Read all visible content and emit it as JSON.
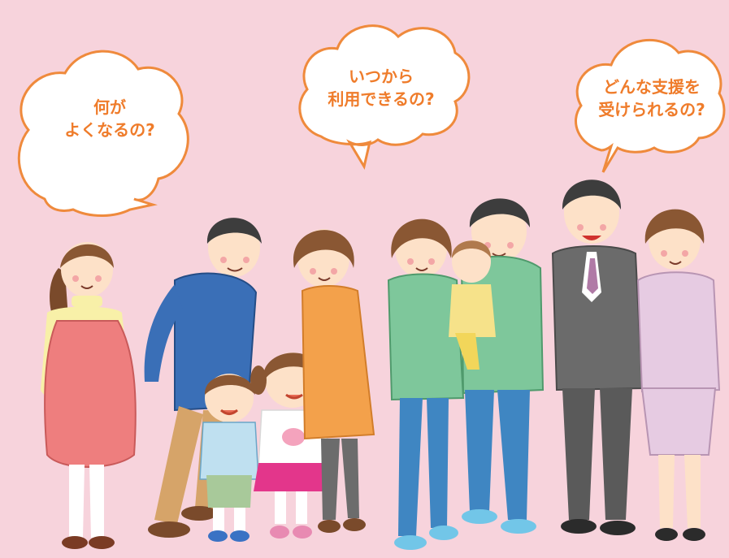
{
  "bubbles": [
    {
      "line1": "何が",
      "line2": "よくなるの?"
    },
    {
      "line1": "いつから",
      "line2": "利用できるの?"
    },
    {
      "line1": "どんな支援を",
      "line2": "受けられるの?"
    }
  ],
  "colors": {
    "background": "#f7d3dc",
    "bubble_outline": "#ef8a3c",
    "bubble_text": "#ef7c2b"
  },
  "icons": [
    "pregnant-woman-illustration",
    "father-illustration",
    "son-illustration",
    "daughter-illustration",
    "mother-illustration",
    "young-mother-illustration",
    "young-father-illustration",
    "baby-illustration",
    "businessman-illustration",
    "businesswoman-illustration"
  ]
}
